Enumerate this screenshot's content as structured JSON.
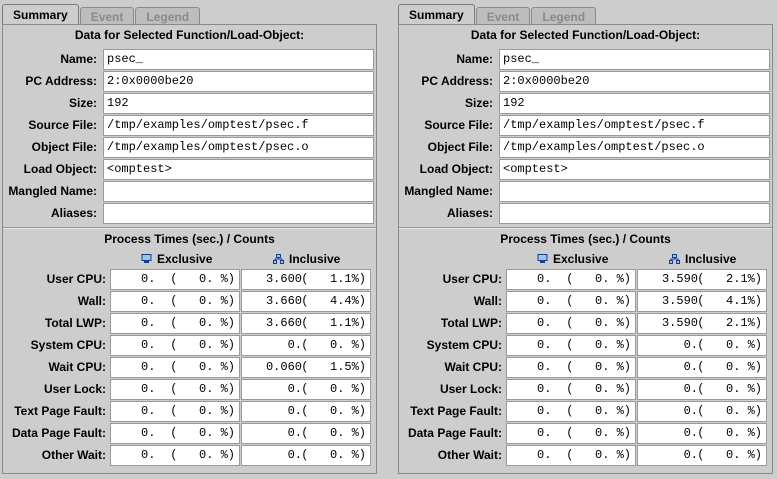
{
  "panels": [
    {
      "tabs": [
        "Summary",
        "Event",
        "Legend"
      ],
      "section1_title": "Data for Selected Function/Load-Object:",
      "fields": [
        {
          "label": "Name:",
          "value": "psec_"
        },
        {
          "label": "PC Address:",
          "value": "2:0x0000be20"
        },
        {
          "label": "Size:",
          "value": "192"
        },
        {
          "label": "Source File:",
          "value": "/tmp/examples/omptest/psec.f"
        },
        {
          "label": "Object File:",
          "value": "/tmp/examples/omptest/psec.o"
        },
        {
          "label": "Load Object:",
          "value": "<omptest>"
        },
        {
          "label": "Mangled Name:",
          "value": ""
        },
        {
          "label": "Aliases:",
          "value": ""
        }
      ],
      "section2_title": "Process Times (sec.) / Counts",
      "col_exclusive": "Exclusive",
      "col_inclusive": "Inclusive",
      "metrics": [
        {
          "label": "User CPU:",
          "ex": "0.",
          "ex_pct": "(   0. %)",
          "inc": "3.600",
          "inc_pct": "(   1.1%)"
        },
        {
          "label": "Wall:",
          "ex": "0.",
          "ex_pct": "(   0. %)",
          "inc": "3.660",
          "inc_pct": "(   4.4%)"
        },
        {
          "label": "Total LWP:",
          "ex": "0.",
          "ex_pct": "(   0. %)",
          "inc": "3.660",
          "inc_pct": "(   1.1%)"
        },
        {
          "label": "System CPU:",
          "ex": "0.",
          "ex_pct": "(   0. %)",
          "inc": "0.",
          "inc_pct": "(   0. %)"
        },
        {
          "label": "Wait CPU:",
          "ex": "0.",
          "ex_pct": "(   0. %)",
          "inc": "0.060",
          "inc_pct": "(   1.5%)"
        },
        {
          "label": "User Lock:",
          "ex": "0.",
          "ex_pct": "(   0. %)",
          "inc": "0.",
          "inc_pct": "(   0. %)"
        },
        {
          "label": "Text Page Fault:",
          "ex": "0.",
          "ex_pct": "(   0. %)",
          "inc": "0.",
          "inc_pct": "(   0. %)"
        },
        {
          "label": "Data Page Fault:",
          "ex": "0.",
          "ex_pct": "(   0. %)",
          "inc": "0.",
          "inc_pct": "(   0. %)"
        },
        {
          "label": "Other Wait:",
          "ex": "0.",
          "ex_pct": "(   0. %)",
          "inc": "0.",
          "inc_pct": "(   0. %)"
        }
      ]
    },
    {
      "tabs": [
        "Summary",
        "Event",
        "Legend"
      ],
      "section1_title": "Data for Selected Function/Load-Object:",
      "fields": [
        {
          "label": "Name:",
          "value": "psec_"
        },
        {
          "label": "PC Address:",
          "value": "2:0x0000be20"
        },
        {
          "label": "Size:",
          "value": "192"
        },
        {
          "label": "Source File:",
          "value": "/tmp/examples/omptest/psec.f"
        },
        {
          "label": "Object File:",
          "value": "/tmp/examples/omptest/psec.o"
        },
        {
          "label": "Load Object:",
          "value": "<omptest>"
        },
        {
          "label": "Mangled Name:",
          "value": ""
        },
        {
          "label": "Aliases:",
          "value": ""
        }
      ],
      "section2_title": "Process Times (sec.) / Counts",
      "col_exclusive": "Exclusive",
      "col_inclusive": "Inclusive",
      "metrics": [
        {
          "label": "User CPU:",
          "ex": "0.",
          "ex_pct": "(   0. %)",
          "inc": "3.590",
          "inc_pct": "(   2.1%)"
        },
        {
          "label": "Wall:",
          "ex": "0.",
          "ex_pct": "(   0. %)",
          "inc": "3.590",
          "inc_pct": "(   4.1%)"
        },
        {
          "label": "Total LWP:",
          "ex": "0.",
          "ex_pct": "(   0. %)",
          "inc": "3.590",
          "inc_pct": "(   2.1%)"
        },
        {
          "label": "System CPU:",
          "ex": "0.",
          "ex_pct": "(   0. %)",
          "inc": "0.",
          "inc_pct": "(   0. %)"
        },
        {
          "label": "Wait CPU:",
          "ex": "0.",
          "ex_pct": "(   0. %)",
          "inc": "0.",
          "inc_pct": "(   0. %)"
        },
        {
          "label": "User Lock:",
          "ex": "0.",
          "ex_pct": "(   0. %)",
          "inc": "0.",
          "inc_pct": "(   0. %)"
        },
        {
          "label": "Text Page Fault:",
          "ex": "0.",
          "ex_pct": "(   0. %)",
          "inc": "0.",
          "inc_pct": "(   0. %)"
        },
        {
          "label": "Data Page Fault:",
          "ex": "0.",
          "ex_pct": "(   0. %)",
          "inc": "0.",
          "inc_pct": "(   0. %)"
        },
        {
          "label": "Other Wait:",
          "ex": "0.",
          "ex_pct": "(   0. %)",
          "inc": "0.",
          "inc_pct": "(   0. %)"
        }
      ]
    }
  ]
}
